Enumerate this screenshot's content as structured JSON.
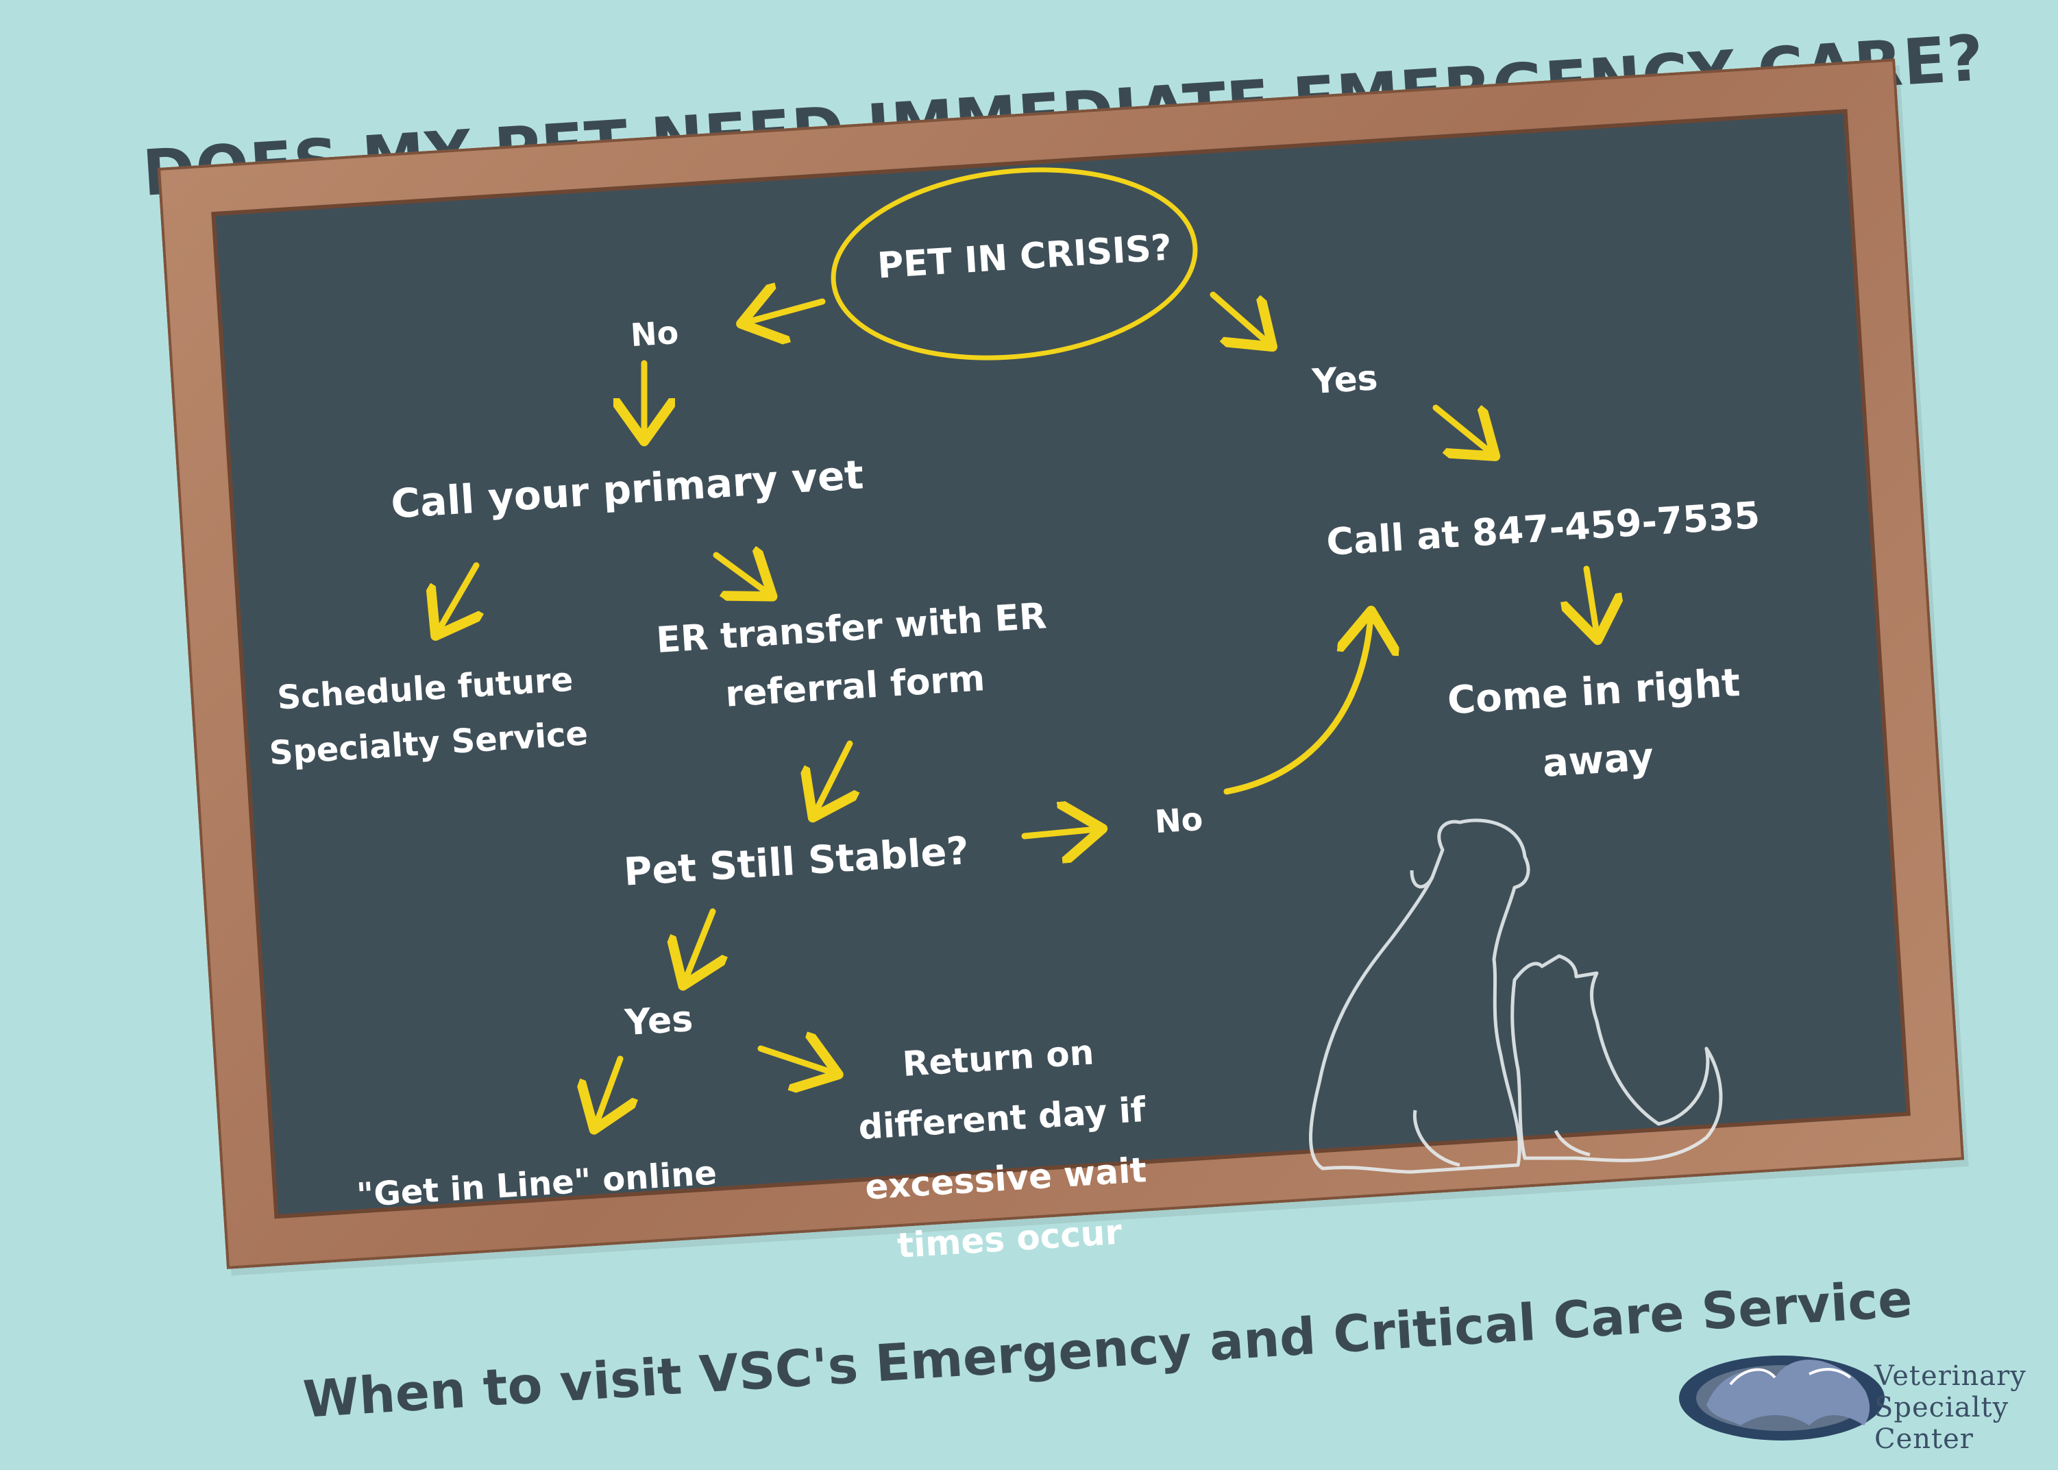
{
  "title": "DOES MY PET NEED IMMEDIATE EMERGENCY CARE?",
  "subtitle": "When to visit VSC's Emergency and Critical Care Service",
  "flow": {
    "start": "PET IN CRISIS?",
    "no_1": "No",
    "yes_1": "Yes",
    "call_vet": "Call your primary vet",
    "call_number": "Call at 847-459-7535",
    "schedule": [
      "Schedule future",
      "Specialty Service"
    ],
    "er_transfer": [
      "ER transfer with ER",
      "referral form"
    ],
    "come_in": [
      "Come in right",
      "away"
    ],
    "stable": "Pet Still Stable?",
    "no_2": "No",
    "yes_2": "Yes",
    "get_in_line": "\"Get in Line\" online",
    "return_later": [
      "Return on",
      "different day if",
      "excessive wait",
      "times occur"
    ]
  },
  "logo": {
    "line1": "Veterinary",
    "line2": "Specialty",
    "line3": "Center"
  },
  "colors": {
    "background": "#b3e0de",
    "board": "#3f4f58",
    "frame": "#a57257",
    "chalk": "#ffffff",
    "arrow": "#f2d41b",
    "title": "#3b4a52"
  },
  "icons": [
    "dog-and-cat-silhouette",
    "vsc-logo-mark"
  ]
}
